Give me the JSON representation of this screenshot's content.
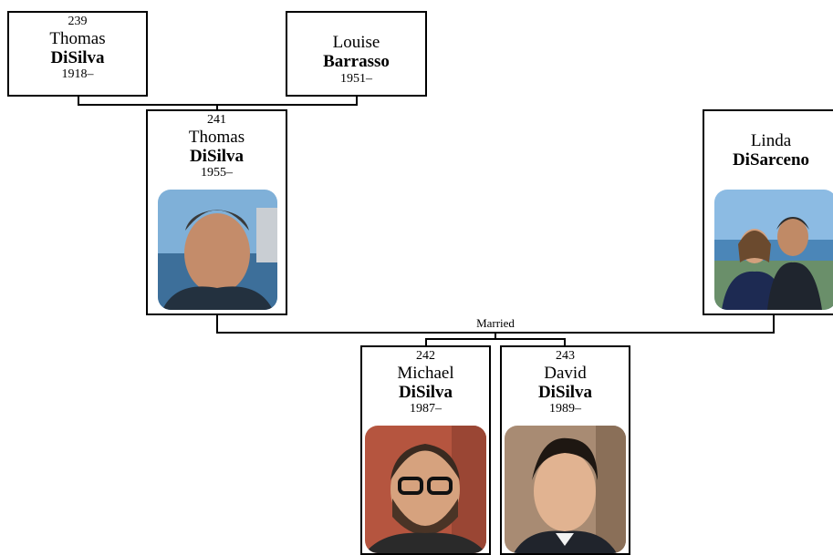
{
  "people": {
    "p239": {
      "id": "239",
      "given": "Thomas",
      "surname": "DiSilva",
      "years": "1918–"
    },
    "p_louise": {
      "given": "Louise",
      "surname": "Barrasso",
      "years": "1951–"
    },
    "p241": {
      "id": "241",
      "given": "Thomas",
      "surname": "DiSilva",
      "years": "1955–"
    },
    "p_linda": {
      "given": "Linda",
      "surname": "DiSarceno"
    },
    "p242": {
      "id": "242",
      "given": "Michael",
      "surname": "DiSilva",
      "years": "1987–"
    },
    "p243": {
      "id": "243",
      "given": "David",
      "surname": "DiSilva",
      "years": "1989–"
    }
  },
  "relationship_label": "Married",
  "colors": {
    "box_border": "#000000",
    "background": "#ffffff"
  }
}
